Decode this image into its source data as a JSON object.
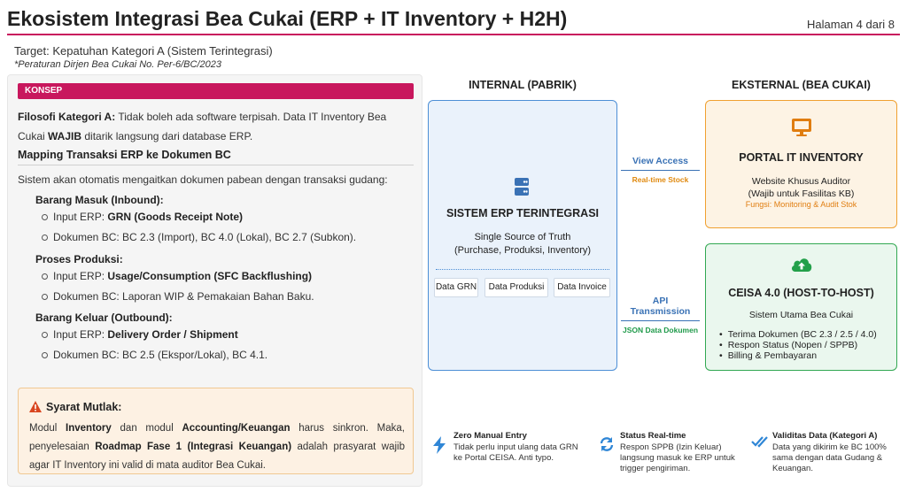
{
  "header": {
    "title": "Ekosistem Integrasi Bea Cukai (ERP + IT Inventory + H2H)",
    "page": "Halaman 4 dari 8"
  },
  "target": {
    "text": "Target: Kepatuhan Kategori A (Sistem Terintegrasi)",
    "note": "*Peraturan Dirjen Bea Cukai No. Per-6/BC/2023"
  },
  "konsep": {
    "tag": "KONSEP",
    "filosofi_label": "Filosofi Kategori A:",
    "filosofi_text1": " Tidak boleh ada software terpisah. Data IT Inventory Bea Cukai ",
    "filosofi_bold": "WAJIB",
    "filosofi_text2": " ditarik langsung dari database ERP.",
    "mapping_title": "Mapping Transaksi ERP ke Dokumen BC",
    "intro": "Sistem akan otomatis mengaitkan dokumen pabean dengan transaksi gudang:",
    "groups": [
      {
        "title": "Barang Masuk (Inbound):",
        "erp_prefix": "Input ERP: ",
        "erp_value": "GRN (Goods Receipt Note)",
        "doc": "Dokumen BC: BC 2.3 (Import), BC 4.0 (Lokal), BC 2.7 (Subkon)."
      },
      {
        "title": "Proses Produksi:",
        "erp_prefix": "Input ERP: ",
        "erp_value": "Usage/Consumption (SFC Backflushing)",
        "doc": "Dokumen BC: Laporan WIP & Pemakaian Bahan Baku."
      },
      {
        "title": "Barang Keluar (Outbound):",
        "erp_prefix": "Input ERP: ",
        "erp_value": "Delivery Order / Shipment",
        "doc": "Dokumen BC: BC 2.5 (Ekspor/Lokal), BC 4.1."
      }
    ],
    "warning": {
      "title": "Syarat Mutlak:",
      "t1": "Modul ",
      "b1": "Inventory",
      "t2": " dan modul ",
      "b2": "Accounting/Keuangan",
      "t3": " harus sinkron. Maka, penyelesaian ",
      "b3": "Roadmap Fase 1 (Integrasi Keuangan)",
      "t4": " adalah prasyarat wajib agar IT Inventory ini valid di mata auditor Bea Cukai."
    }
  },
  "diagram": {
    "internal_head": "INTERNAL (PABRIK)",
    "external_head": "EKSTERNAL (BEA CUKAI)",
    "erp": {
      "title": "SISTEM ERP TERINTEGRASI",
      "sub1": "Single Source of Truth",
      "sub2": "(Purchase, Produksi, Inventory)",
      "chips": [
        "Data GRN",
        "Data Produksi",
        "Data Invoice"
      ]
    },
    "conn_top": {
      "label": "View Access",
      "sub": "Real-time Stock",
      "color": "#3a72b5",
      "sub_color": "#e08a10"
    },
    "conn_bottom": {
      "label1": "API",
      "label2": "Transmission",
      "sub": "JSON Data Dokumen",
      "color": "#3a72b5",
      "sub_color": "#1f9a4a"
    },
    "portal": {
      "title": "PORTAL IT INVENTORY",
      "sub1": "Website Khusus Auditor",
      "sub2": "(Wajib untuk Fasilitas KB)",
      "fn": "Fungsi: Monitoring & Audit Stok"
    },
    "ceisa": {
      "title": "CEISA 4.0 (HOST-TO-HOST)",
      "sub": "Sistem Utama Bea Cukai",
      "items": [
        "Terima Dokumen (BC 2.3 / 2.5 / 4.0)",
        "Respon Status (Nopen / SPPB)",
        "Billing & Pembayaran"
      ]
    }
  },
  "features": [
    {
      "icon": "lightning-icon",
      "title": "Zero Manual Entry",
      "desc1": "Tidak perlu input ulang data GRN",
      "desc2": "ke Portal CEISA. Anti typo."
    },
    {
      "icon": "sync-icon",
      "title": "Status Real-time",
      "desc1": "Respon SPPB (Izin Keluar)",
      "desc2": "langsung masuk ke ERP untuk",
      "desc3": "trigger pengiriman."
    },
    {
      "icon": "double-check-icon",
      "title": "Validitas Data (Kategori A)",
      "desc1": "Data yang dikirim ke BC 100%",
      "desc2": "sama dengan data Gudang &",
      "desc3": "Keuangan."
    }
  ],
  "colors": {
    "accent": "#c8175d",
    "blue": "#4d8fd6",
    "orange": "#f0a030",
    "green": "#32a852"
  }
}
